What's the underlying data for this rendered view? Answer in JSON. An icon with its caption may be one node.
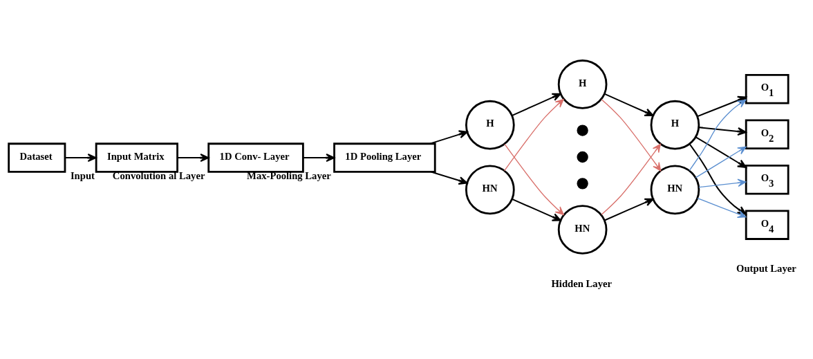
{
  "diagram": {
    "nodes": [
      {
        "text": [
          "Dataset"
        ]
      },
      {
        "text": [
          "Input Matrix"
        ],
        "beside": [
          "Input"
        ]
      },
      {
        "text": [
          "1D Conv- Layer"
        ],
        "beside": [
          "Convolution al Layer"
        ]
      },
      {
        "text": [
          "1D Pooling Layer"
        ],
        "beside": [
          "Max-Pooling Layer"
        ]
      },
      {
        "text": [
          "H"
        ]
      },
      {
        "text": [
          "HN"
        ]
      },
      {
        "text": [
          "H"
        ]
      },
      {
        "text": [],
        "shape": "dot"
      },
      {
        "text": [],
        "shape": "dot"
      },
      {
        "text": [],
        "shape": "dot"
      },
      {
        "text": [
          "HN"
        ]
      },
      {
        "text": [
          "H"
        ]
      },
      {
        "text": [
          "HN"
        ]
      },
      {
        "text": [
          "O$_{1}$"
        ]
      },
      {
        "text": [
          "O$_{2}$"
        ]
      },
      {
        "text": [
          "O$_{3}$"
        ]
      },
      {
        "text": [
          "O$_{4}$"
        ]
      }
    ],
    "edges": [
      {
        "from": 0,
        "to": 1,
        "arrow": "to"
      },
      {
        "from": 1,
        "to": 2,
        "arrow": "to"
      },
      {
        "from": 2,
        "to": 3,
        "arrow": "to"
      },
      {
        "from": 3,
        "to": 4,
        "arrow": "to"
      },
      {
        "from": 3,
        "to": 5,
        "arrow": "to"
      },
      {
        "from": 4,
        "to": 6,
        "arrow": "to"
      },
      {
        "from": 4,
        "to": 10,
        "arrow": "to",
        "color": "#d9706b"
      },
      {
        "from": 5,
        "to": 6,
        "arrow": "to",
        "color": "#d9706b"
      },
      {
        "from": 5,
        "to": 10,
        "arrow": "to"
      },
      {
        "from": 6,
        "to": 11,
        "arrow": "to"
      },
      {
        "from": 6,
        "to": 12,
        "arrow": "to",
        "color": "#d9706b"
      },
      {
        "from": 10,
        "to": 11,
        "arrow": "to",
        "color": "#d9706b"
      },
      {
        "from": 10,
        "to": 12,
        "arrow": "to"
      },
      {
        "from": 11,
        "to": 13,
        "arrow": "to"
      },
      {
        "from": 11,
        "to": 14,
        "arrow": "to"
      },
      {
        "from": 11,
        "to": 15,
        "arrow": "to"
      },
      {
        "from": 11,
        "to": 16,
        "arrow": "to"
      },
      {
        "from": 12,
        "to": 13,
        "arrow": "to",
        "color": "#5b8fd0"
      },
      {
        "from": 12,
        "to": 14,
        "arrow": "to",
        "color": "#5b8fd0"
      },
      {
        "from": 12,
        "to": 15,
        "arrow": "to",
        "color": "#5b8fd0"
      },
      {
        "from": 12,
        "to": 16,
        "arrow": "to",
        "color": "#5b8fd0"
      }
    ],
    "labels": [
      "Hidden Layer",
      "Output Layer"
    ]
  }
}
